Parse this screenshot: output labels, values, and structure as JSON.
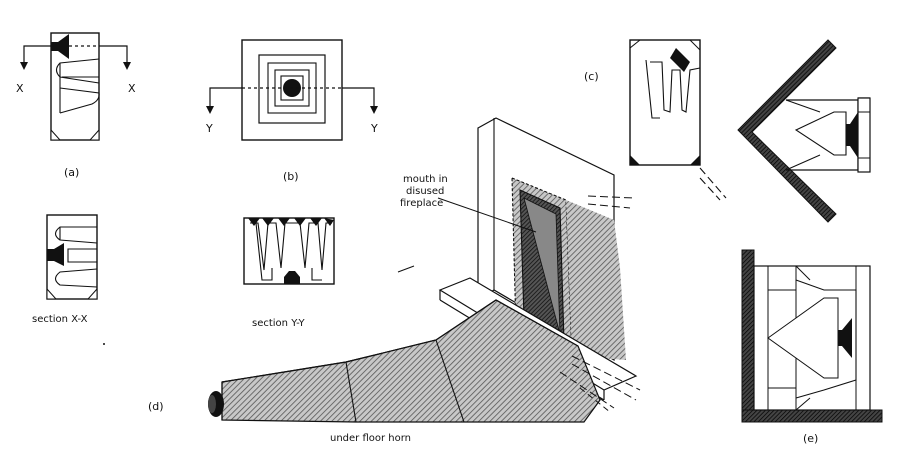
{
  "labels": {
    "a": "(a)",
    "b": "(b)",
    "c": "(c)",
    "d": "(d)",
    "e": "(e)",
    "section_x": "section X-X",
    "section_y": "section Y-Y",
    "x_marker": "X",
    "y_marker": "Y",
    "mouth_line1": "mouth in",
    "mouth_line2": "disused",
    "mouth_line3": "fireplace",
    "under_floor": "under floor horn"
  },
  "colors": {
    "ink": "#111111",
    "hatch_fill": "#9a9a9a",
    "paper": "#ffffff"
  }
}
